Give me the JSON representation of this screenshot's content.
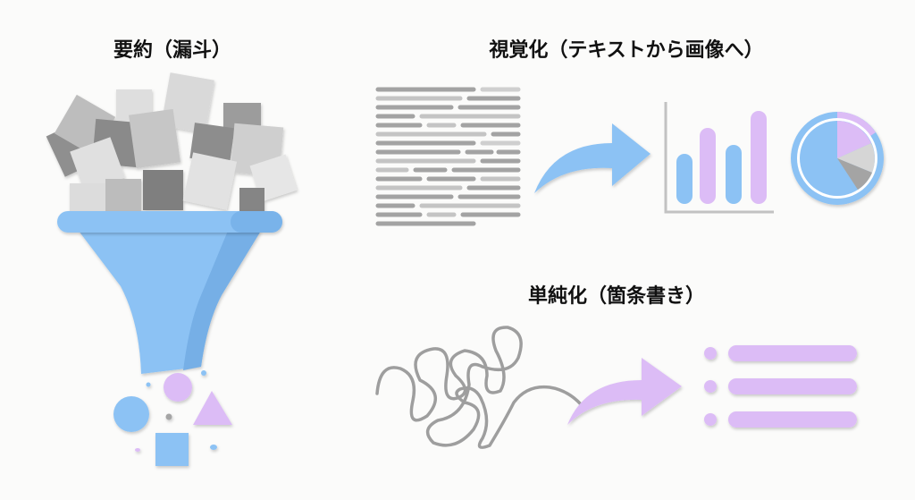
{
  "sections": {
    "summary": {
      "title": "要約（漏斗）"
    },
    "visualization": {
      "title": "視覚化（テキストから画像へ）"
    },
    "simplification": {
      "title": "単純化（箇条書き）"
    }
  },
  "colors": {
    "blue": "#8cc2f4",
    "blue_dark": "#76afe6",
    "purple": "#dcbcf6",
    "gray": "#9a9a9a",
    "light_gray": "#d2d2d2"
  }
}
